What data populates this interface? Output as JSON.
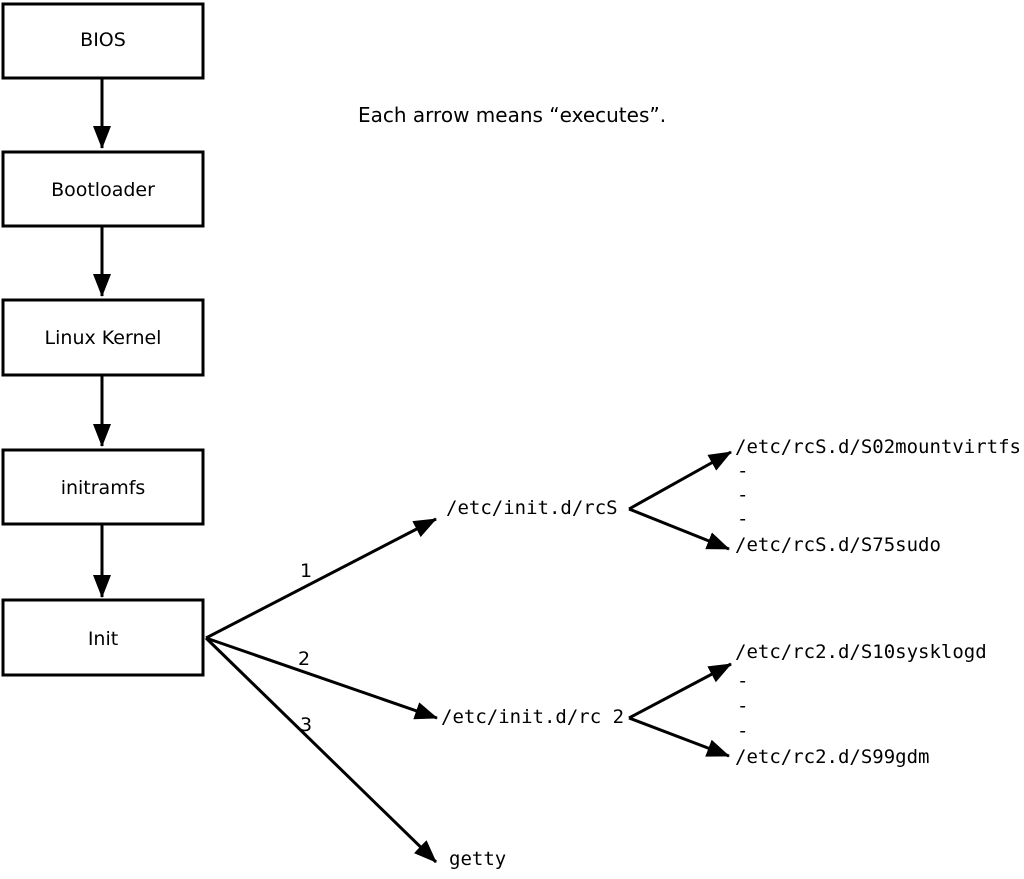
{
  "note": "Each arrow means “executes”.",
  "boxes": [
    {
      "label": "BIOS"
    },
    {
      "label": "Bootloader"
    },
    {
      "label": "Linux Kernel"
    },
    {
      "label": "initramfs"
    },
    {
      "label": "Init"
    }
  ],
  "branch_labels": [
    "1",
    "2",
    "3"
  ],
  "level1": {
    "rcs": "/etc/init.d/rcS",
    "rc2": "/etc/init.d/rc 2",
    "getty": "getty"
  },
  "rcs_children": [
    "/etc/rcS.d/S02mountvirtfs",
    "-",
    "-",
    "-",
    "/etc/rcS.d/S75sudo"
  ],
  "rc2_children": [
    "/etc/rc2.d/S10sysklogd",
    "-",
    "-",
    "-",
    "/etc/rc2.d/S99gdm"
  ],
  "colors": {
    "line": "#000000",
    "background": "#ffffff",
    "box_fill": "#ffffff"
  }
}
